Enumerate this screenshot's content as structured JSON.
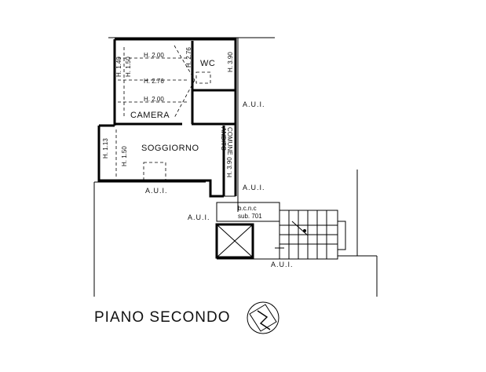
{
  "floor_title": "PIANO SECONDO",
  "rooms": {
    "camera": "CAMERA",
    "wc": "WC",
    "soggiorno": "SOGGIORNO",
    "bcnc_line1": "b.c.n.c",
    "bcnc_line2": "sub. 701"
  },
  "heights": {
    "camera_h1": "H. 2.00",
    "camera_h2": "H. 2.76",
    "camera_h3": "H. 2.00",
    "camera_v1": "H. 1.40",
    "camera_v2": "H. 1.50",
    "camera_v3": "H. 2.76",
    "wc_h": "H. 3.90",
    "sogg_v1": "H. 1.13",
    "sogg_v2": "H. 1.50",
    "sogg_v3": "H. 3.90"
  },
  "annotations": {
    "aui_right_top": "A.U.I.",
    "aui_left_bottom": "A.U.I.",
    "aui_mid_right": "A.U.I.",
    "aui_left_mid": "A.U.I.",
    "aui_bottom": "A.U.I.",
    "corridor_line1": "ANDITO",
    "corridor_line2": "COMUNE"
  },
  "north_symbol": "N"
}
